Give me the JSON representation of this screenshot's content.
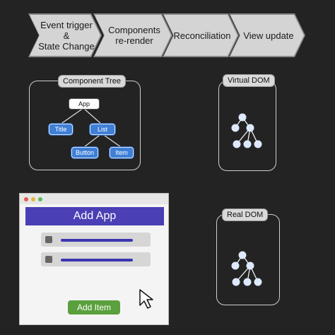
{
  "process_steps": [
    {
      "label": "Event trigger\n&\nState Change"
    },
    {
      "label": "Components\nre-render"
    },
    {
      "label": "Reconciliation"
    },
    {
      "label": "View update"
    }
  ],
  "component_tree": {
    "title": "Component Tree",
    "nodes": {
      "app": "App",
      "title": "Title",
      "list": "List",
      "button": "Button",
      "item": "Item"
    }
  },
  "virtual_dom": {
    "title": "Virtual DOM"
  },
  "real_dom": {
    "title": "Real DOM"
  },
  "app_window": {
    "header": "Add App",
    "add_button": "Add Item"
  },
  "colors": {
    "background": "#232323",
    "node_blue": "#3f7fd6",
    "header_purple": "#4a3fb4",
    "button_green": "#5aa03c",
    "dom_node": "#dde9ff"
  }
}
